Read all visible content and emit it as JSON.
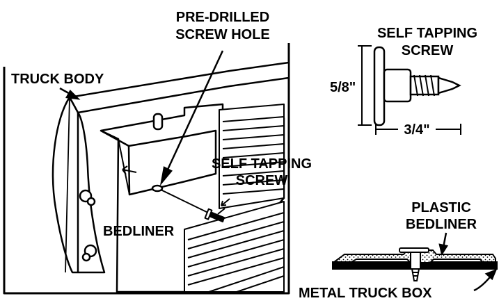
{
  "labels": {
    "pre_drilled_1": "PRE-DRILLED",
    "pre_drilled_2": "SCREW HOLE",
    "truck_body": "TRUCK BODY",
    "self_tap_top_1": "SELF TAPPING",
    "self_tap_top_2": "SCREW",
    "dim_height": "5/8\"",
    "dim_length": "3/4\"",
    "self_tap_mid_1": "SELF TAPPING",
    "self_tap_mid_2": "SCREW",
    "bedliner": "BEDLINER",
    "plastic_1": "PLASTIC",
    "plastic_2": "BEDLINER",
    "metal_box": "METAL TRUCK BOX"
  },
  "colors": {
    "ink": "#000000",
    "paper": "#ffffff",
    "hatch": "#555555"
  }
}
